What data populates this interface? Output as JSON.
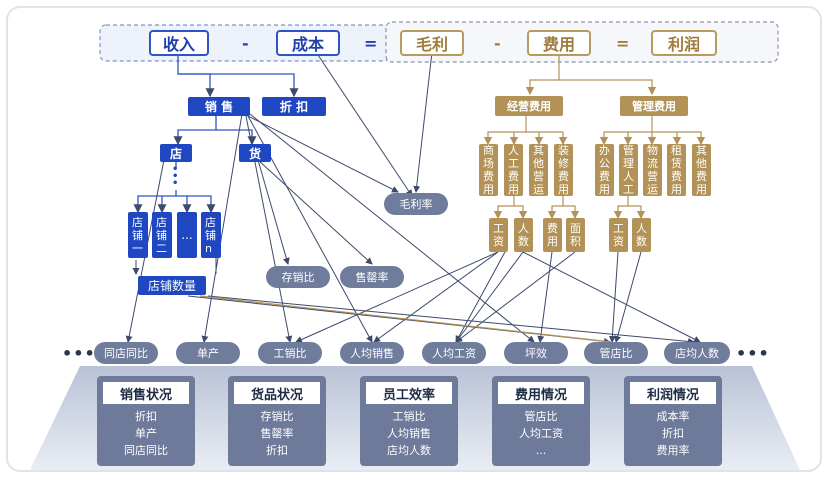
{
  "formula": {
    "revenue": "收入",
    "minus1": "-",
    "cost": "成本",
    "equals1": "=",
    "gross_profit": "毛利",
    "minus2": "-",
    "expense": "费用",
    "equals2": "=",
    "profit": "利润"
  },
  "sales_tree": {
    "sales": "销 售",
    "discount": "折 扣",
    "store": "店",
    "goods": "货",
    "stores": [
      "店铺一",
      "店铺二",
      "...",
      "店铺n"
    ],
    "store_count": "店铺数量",
    "stock_sales_ratio": "存销比",
    "sell_through": "售罄率",
    "gross_margin_rate": "毛利率"
  },
  "expense_tree": {
    "operating": "经营费用",
    "management": "管理费用",
    "operating_items": [
      "商场费用",
      "人工费用",
      "其他营运",
      "装修费用"
    ],
    "management_items": [
      "办公费用",
      "管理人工",
      "物流营运",
      "租赁费用",
      "其他费用"
    ],
    "labor_sub": [
      "工资",
      "人数"
    ],
    "rent_sub": [
      "费用",
      "面积"
    ],
    "mgmt_sub": [
      "工资",
      "人数"
    ]
  },
  "metrics": {
    "leading_dots": "•••",
    "trailing_dots": "•••",
    "items": [
      "同店同比",
      "单产",
      "工销比",
      "人均销售",
      "人均工资",
      "坪效",
      "管店比",
      "店均人数"
    ]
  },
  "cards": [
    {
      "title": "销售状况",
      "items": [
        "折扣",
        "单产",
        "同店同比"
      ]
    },
    {
      "title": "货品状况",
      "items": [
        "存销比",
        "售罄率",
        "折扣"
      ]
    },
    {
      "title": "员工效率",
      "items": [
        "工销比",
        "人均销售",
        "店均人数"
      ]
    },
    {
      "title": "费用情况",
      "items": [
        "管店比",
        "人均工资",
        "..."
      ]
    },
    {
      "title": "利润情况",
      "items": [
        "成本率",
        "折扣",
        "费用率"
      ]
    }
  ]
}
